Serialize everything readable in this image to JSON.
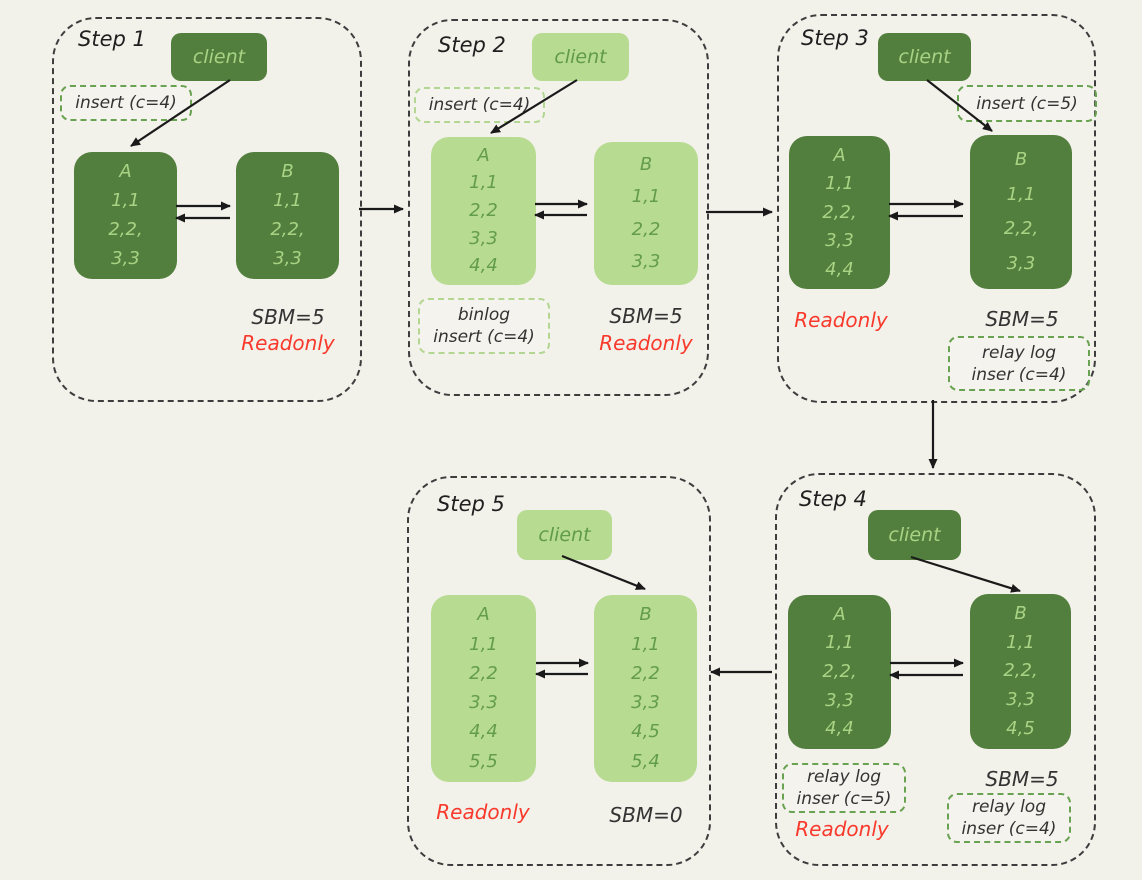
{
  "diagram": {
    "description_colors": {
      "background": "#f2f1ea",
      "dark_node_green": "#527f3d",
      "dark_node_text": "#a9d384",
      "light_node_green": "#b8db92",
      "light_node_text": "#639c4d",
      "dashed_label_border_dark": "#69a351",
      "dashed_label_border_light": "#b3d793",
      "readonly_red": "#f8392c",
      "step_border": "#3d3d3d"
    }
  },
  "steps": [
    {
      "title": "Step 1",
      "client": "client",
      "action": "insert (c=4)",
      "node_a": {
        "title": "A",
        "rows": [
          "1,1",
          "2,2,",
          "3,3"
        ]
      },
      "node_b": {
        "title": "B",
        "rows": [
          "1,1",
          "2,2,",
          "3,3"
        ]
      },
      "sbm": "SBM=5",
      "readonly": "Readonly"
    },
    {
      "title": "Step 2",
      "client": "client",
      "action": "insert (c=4)",
      "node_a": {
        "title": "A",
        "rows": [
          "1,1",
          "2,2",
          "3,3",
          "4,4"
        ]
      },
      "node_b": {
        "title": "B",
        "rows": [
          "1,1",
          "2,2",
          "3,3"
        ]
      },
      "binlog": [
        "binlog",
        "insert (c=4)"
      ],
      "sbm": "SBM=5",
      "readonly": "Readonly"
    },
    {
      "title": "Step 3",
      "client": "client",
      "action": "insert (c=5)",
      "node_a": {
        "title": "A",
        "rows": [
          "1,1",
          "2,2,",
          "3,3",
          "4,4"
        ]
      },
      "node_b": {
        "title": "B",
        "rows": [
          "1,1",
          "2,2,",
          "3,3"
        ]
      },
      "readonly": "Readonly",
      "sbm": "SBM=5",
      "relay_b": [
        "relay log",
        "inser (c=4)"
      ]
    },
    {
      "title": "Step 4",
      "client": "client",
      "node_a": {
        "title": "A",
        "rows": [
          "1,1",
          "2,2,",
          "3,3",
          "4,4"
        ]
      },
      "node_b": {
        "title": "B",
        "rows": [
          "1,1",
          "2,2,",
          "3,3",
          "4,5"
        ]
      },
      "relay_a": [
        "relay log",
        "inser (c=5)"
      ],
      "readonly": "Readonly",
      "sbm": "SBM=5",
      "relay_b": [
        "relay log",
        "inser (c=4)"
      ]
    },
    {
      "title": "Step 5",
      "client": "client",
      "node_a": {
        "title": "A",
        "rows": [
          "1,1",
          "2,2",
          "3,3",
          "4,4",
          "5,5"
        ]
      },
      "node_b": {
        "title": "B",
        "rows": [
          "1,1",
          "2,2",
          "3,3",
          "4,5",
          "5,4"
        ]
      },
      "readonly": "Readonly",
      "sbm": "SBM=0"
    }
  ]
}
